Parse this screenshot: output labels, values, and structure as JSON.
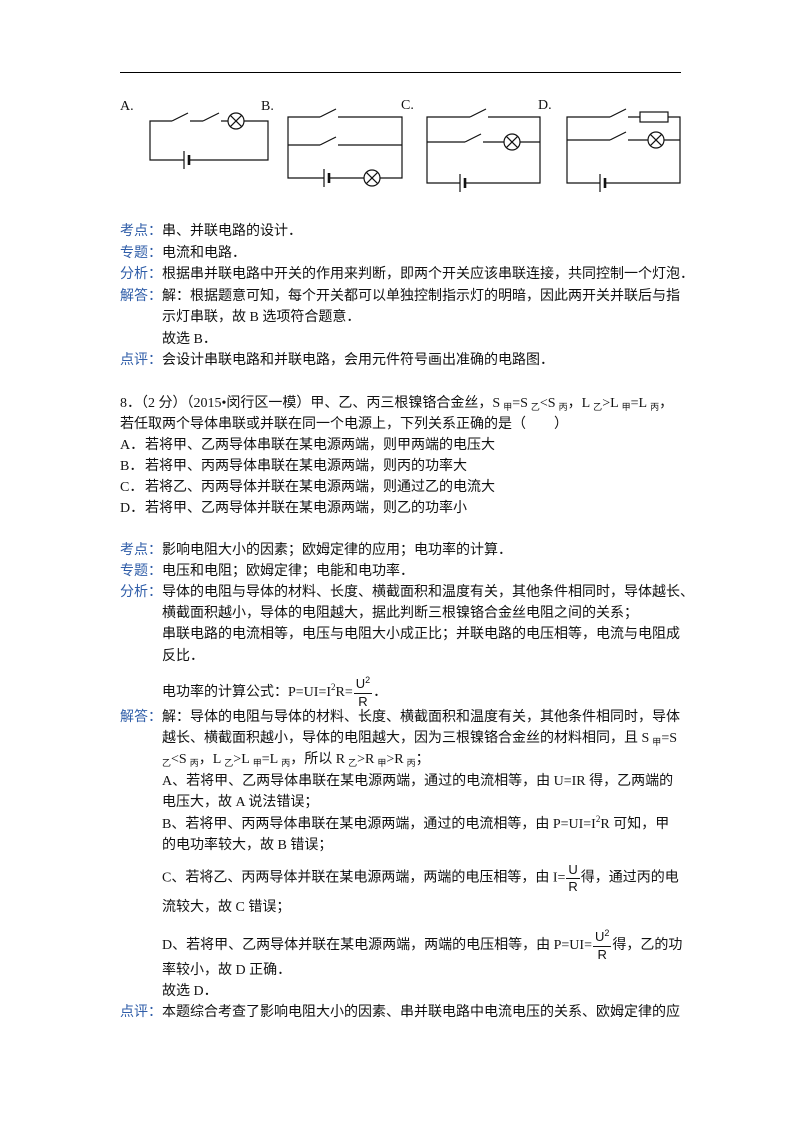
{
  "colors": {
    "label": "#2f5da8"
  },
  "circuits": {
    "a_label": "A.",
    "b_label": "B.",
    "c_label": "C.",
    "d_label": "D."
  },
  "q7": {
    "kaodian": {
      "label": "考点：",
      "text": "串、并联电路的设计．"
    },
    "zhuanti": {
      "label": "专题：",
      "text": "电流和电路．"
    },
    "fenxi": {
      "label": "分析：",
      "text": "根据串并联电路中开关的作用来判断，即两个开关应该串联连接，共同控制一个灯泡．"
    },
    "jieda": {
      "label": "解答：",
      "lines": [
        "解：根据题意可知，每个开关都可以单独控制指示灯的明暗，因此两开关并联后与指",
        "示灯串联，故 B 选项符合题意．",
        "故选 B．"
      ]
    },
    "dianping": {
      "label": "点评：",
      "text": "会设计串联电路和并联电路，会用元件符号画出准确的电路图．"
    }
  },
  "q8": {
    "stem": {
      "line1": [
        "8．（2 分）（2015•闵行区一模）甲、乙、丙三根镍铬合金丝，S",
        "甲",
        "=S",
        "乙",
        "<S",
        "丙",
        "，L",
        "乙",
        ">L",
        "甲",
        "=L",
        "丙",
        "，"
      ],
      "line2": "若任取两个导体串联或并联在同一个电源上，下列关系正确的是（　　）"
    },
    "options": [
      {
        "letter": "A．",
        "text": "若将甲、乙两导体串联在某电源两端，则甲两端的电压大"
      },
      {
        "letter": "B．",
        "text": "若将甲、丙两导体串联在某电源两端，则丙的功率大"
      },
      {
        "letter": "C．",
        "text": "若将乙、丙两导体并联在某电源两端，则通过乙的电流大"
      },
      {
        "letter": "D．",
        "text": "若将甲、乙两导体并联在某电源两端，则乙的功率小"
      }
    ],
    "kaodian": {
      "label": "考点：",
      "text": "影响电阻大小的因素；欧姆定律的应用；电功率的计算．"
    },
    "zhuanti": {
      "label": "专题：",
      "text": "电压和电阻；欧姆定律；电能和电功率．"
    },
    "fenxi": {
      "label": "分析：",
      "lines": [
        "导体的电阻与导体的材料、长度、横截面积和温度有关，其他条件相同时，导体越长、",
        "横截面积越小，导体的电阻越大，据此判断三根镍铬合金丝电阻之间的关系；",
        "串联电路的电流相等，电压与电阻大小成正比；并联电路的电压相等，电流与电阻成",
        "反比．"
      ],
      "formula": {
        "prefix": "电功率的计算公式：P=UI=I",
        "sup": "2",
        "mid": "R=",
        "num": "U",
        "num_sup": "2",
        "den": "R",
        "suffix": "．"
      }
    },
    "jieda": {
      "label": "解答：",
      "line1": "解：导体的电阻与导体的材料、长度、横截面积和温度有关，其他条件相同时，导体",
      "line2": [
        "越长、横截面积越小，导体的电阻越大，因为三根镍铬合金丝的材料相同，且 S",
        "甲",
        "=S"
      ],
      "line3": [
        "乙",
        "<S",
        "丙",
        "，L",
        "乙",
        ">L",
        "甲",
        "=L",
        "丙",
        "，所以 R",
        "乙",
        ">R",
        "甲",
        ">R",
        "丙",
        "；"
      ],
      "a": {
        "line1": "A、若将甲、乙两导体串联在某电源两端，通过的电流相等，由 U=IR 得，乙两端的",
        "line2": "电压大，故 A 说法错误；"
      },
      "b": {
        "pre": "B、若将甲、丙两导体串联在某电源两端，通过的电流相等，由 P=UI=I",
        "sup": "2",
        "post": "R 可知，甲",
        "line2": "的电功率较大，故 B 错误；"
      },
      "c": {
        "pre": "C、若将乙、丙两导体并联在某电源两端，两端的电压相等，由 I=",
        "num": "U",
        "den": "R",
        "post": "得，通过丙的电",
        "line2": "流较大，故 C 错误；"
      },
      "d": {
        "pre": "D、若将甲、乙两导体并联在某电源两端，两端的电压相等，由 P=UI=",
        "num": "U",
        "num_sup": "2",
        "den": "R",
        "post": "得，乙的功",
        "line2": "率较小，故 D 正确．"
      },
      "conclusion": "故选 D．"
    },
    "dianping": {
      "label": "点评：",
      "text": "本题综合考查了影响电阻大小的因素、串并联电路中电流电压的关系、欧姆定律的应"
    }
  }
}
